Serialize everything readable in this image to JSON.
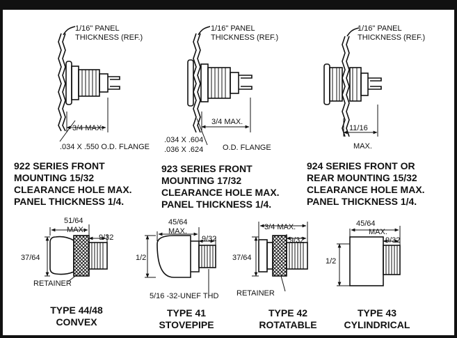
{
  "top_row": [
    {
      "panel_note_line1": "1/16\" PANEL",
      "panel_note_line2": "THICKNESS (REF.)",
      "dim_depth": "3/4 MAX.",
      "dim_flange": ".034 X .550 O.D. FLANGE",
      "heading": "922 SERIES FRONT\nMOUNTING 15/32\nCLEARANCE HOLE MAX.\nPANEL THICKNESS 1/4."
    },
    {
      "panel_note_line1": "1/16\" PANEL",
      "panel_note_line2": "THICKNESS (REF.)",
      "dim_depth": "3/4 MAX.",
      "dim_flange_a": ".034 X .604",
      "dim_flange_b": ".036 X .624",
      "dim_flange_suffix": "O.D. FLANGE",
      "heading": "923 SERIES FRONT\nMOUNTING 17/32\nCLEARANCE HOLE MAX.\nPANEL THICKNESS 1/4."
    },
    {
      "panel_note_line1": "1/16\" PANEL",
      "panel_note_line2": "THICKNESS (REF.)",
      "dim_depth_a": "11/16",
      "dim_depth_b": "MAX.",
      "heading": "924 SERIES FRONT OR\nREAR MOUNTING 15/32\nCLEARANCE HOLE MAX.\nPANEL THICKNESS 1/4."
    }
  ],
  "bottom_row": [
    {
      "dim_len_a": "51/64",
      "dim_len_b": "MAX.",
      "dim_short": "9/32",
      "dim_height": "37/64",
      "retainer": "RETAINER",
      "type_name": "TYPE 44/48",
      "type_desc": "CONVEX"
    },
    {
      "dim_len_a": "45/64",
      "dim_len_b": "MAX.",
      "dim_short": "9/32",
      "dim_height": "1/2",
      "thread": "5/16 -32-UNEF THD",
      "type_name": "TYPE 41",
      "type_desc": "STOVEPIPE"
    },
    {
      "dim_len": "3/4 MAX.",
      "dim_short": "9/32",
      "dim_height": "37/64",
      "retainer": "RETAINER",
      "type_name": "TYPE 42",
      "type_desc": "ROTATABLE"
    },
    {
      "dim_len_a": "45/64",
      "dim_len_b": "MAX.",
      "dim_short": "9/32",
      "dim_height": "1/2",
      "type_name": "TYPE 43",
      "type_desc": "CYLINDRICAL"
    }
  ]
}
